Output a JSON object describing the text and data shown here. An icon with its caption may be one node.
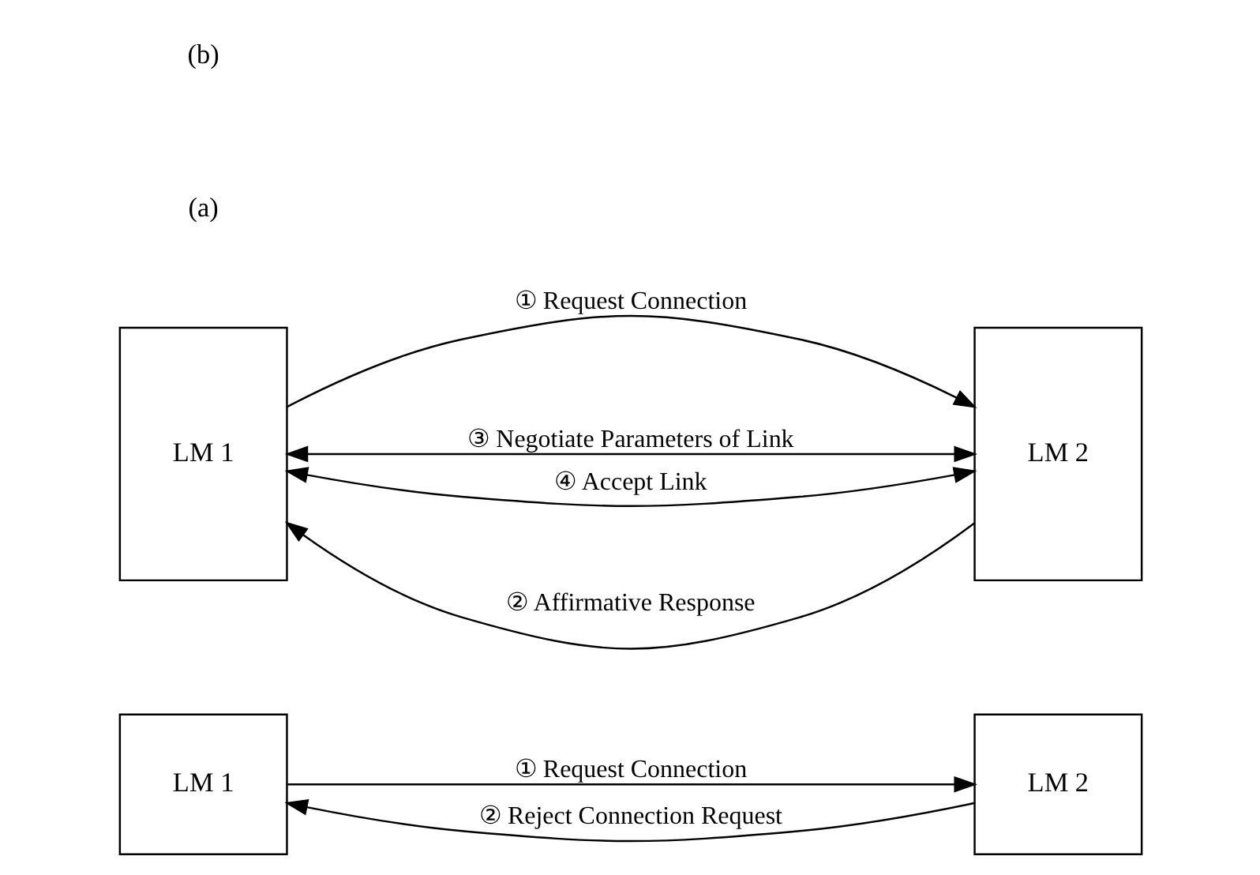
{
  "diagram": {
    "nodes": [
      {
        "text": [
          "LM 1"
        ]
      },
      {
        "text": [
          "LM 2"
        ]
      },
      {
        "text": [
          "LM 1"
        ]
      },
      {
        "text": [
          "LM 2"
        ]
      }
    ],
    "edges": [
      {
        "from": 0,
        "to": 1,
        "arrow": "to",
        "label": "① Request Connection"
      },
      {
        "from": 1,
        "to": 0,
        "arrow": "to",
        "label": "② Reject Connection Request"
      },
      {
        "from": 2,
        "to": 3,
        "arrow": "to",
        "label": "① Request Connection"
      },
      {
        "from": 3,
        "to": 2,
        "arrow": "to",
        "label": "② Affirmative Response"
      },
      {
        "from": 2,
        "to": 3,
        "arrow": "both",
        "label": "③ Negotiate Parameters of Link"
      },
      {
        "from": 2,
        "to": 3,
        "arrow": "both",
        "label": "④ Accept Link"
      }
    ],
    "labels": [
      "(a)",
      "(b)"
    ]
  }
}
